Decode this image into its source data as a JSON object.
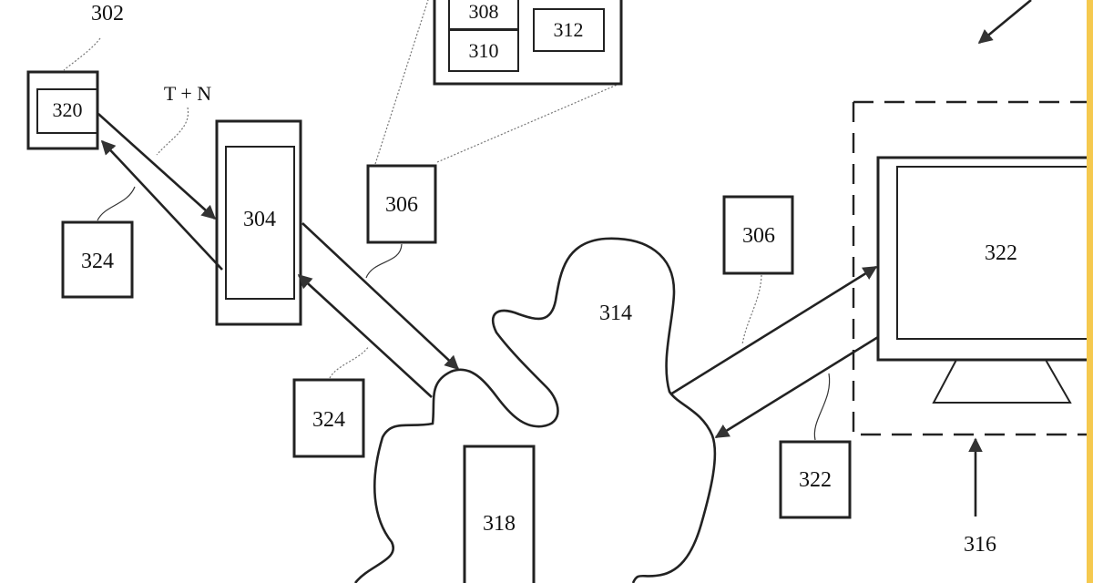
{
  "diagram": {
    "labels": {
      "ref_302": "302",
      "ref_320": "320",
      "ref_tn": "T + N",
      "ref_304": "304",
      "ref_306_left": "306",
      "ref_306_right": "306",
      "ref_308": "308",
      "ref_310": "310",
      "ref_312": "312",
      "ref_314": "314",
      "ref_318": "318",
      "ref_322_monitor": "322",
      "ref_322_box": "322",
      "ref_324_upper": "324",
      "ref_324_lower": "324",
      "ref_316": "316"
    },
    "colors": {
      "edge_bar": "#f5c94f",
      "line": "#222222"
    }
  }
}
